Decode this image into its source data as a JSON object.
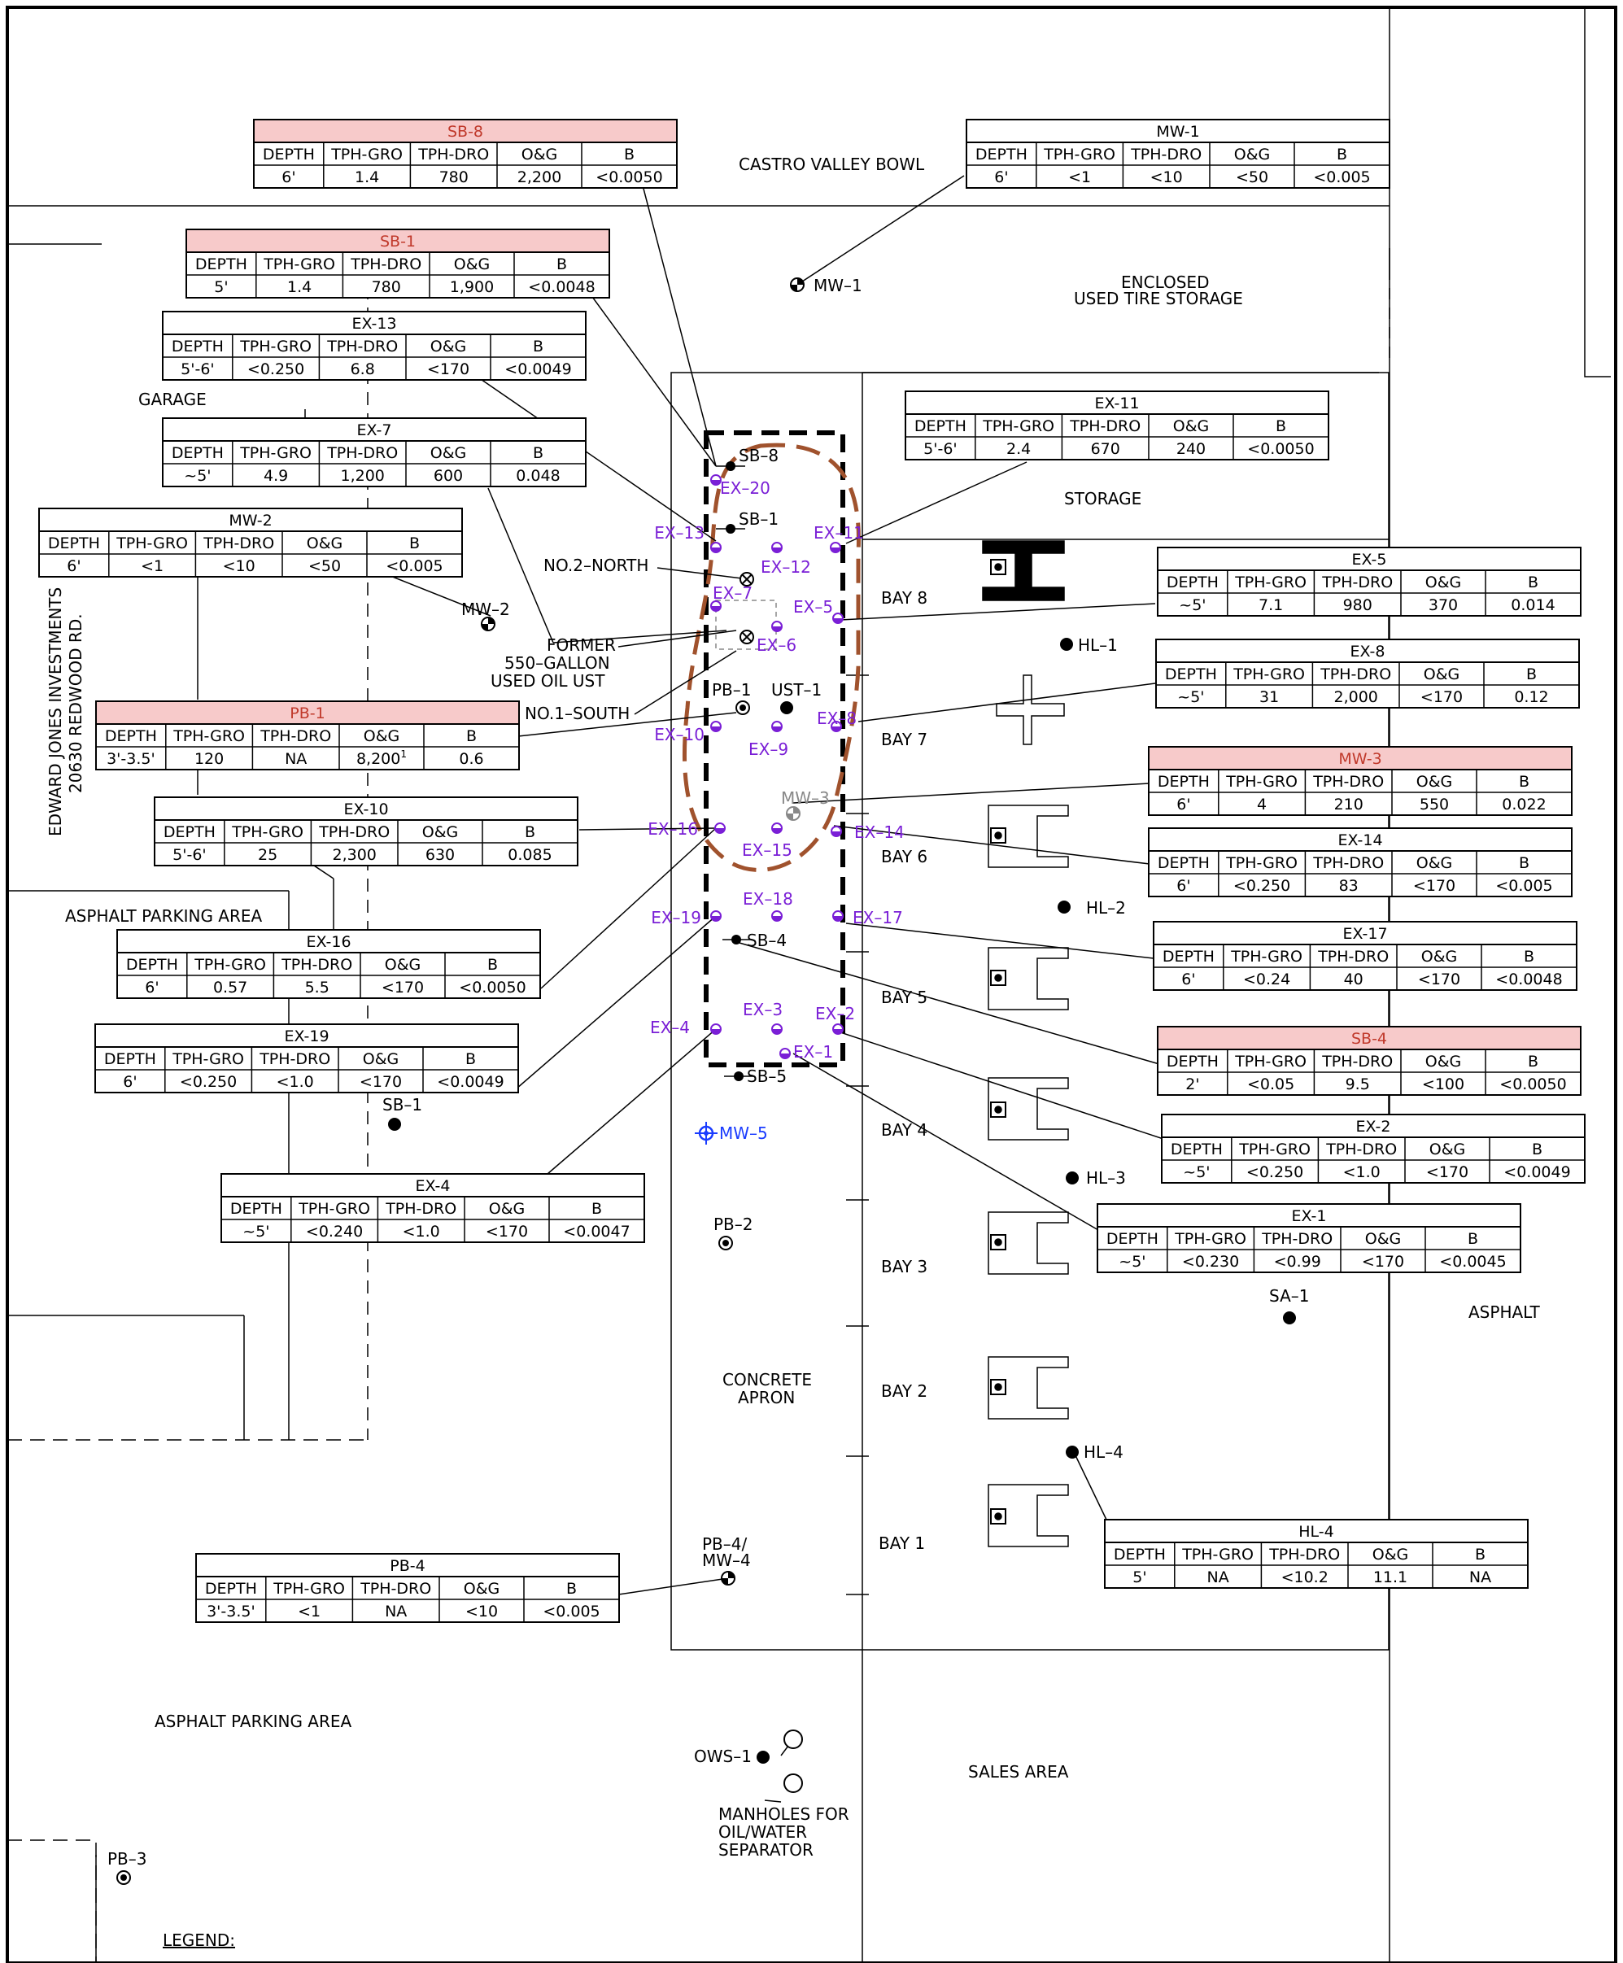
{
  "table_columns": [
    "DEPTH",
    "TPH-GRO",
    "TPH-DRO",
    "O&G",
    "B"
  ],
  "tables": [
    {
      "title": "SB-8",
      "highlight": true,
      "row": [
        "6'",
        "1.4",
        "780",
        "2,200",
        "<0.0050"
      ]
    },
    {
      "title": "MW-1",
      "highlight": false,
      "row": [
        "6'",
        "<1",
        "<10",
        "<50",
        "<0.005"
      ]
    },
    {
      "title": "SB-1",
      "highlight": true,
      "row": [
        "5'",
        "1.4",
        "780",
        "1,900",
        "<0.0048"
      ]
    },
    {
      "title": "EX-13",
      "highlight": false,
      "row": [
        "5'-6'",
        "<0.250",
        "6.8",
        "<170",
        "<0.0049"
      ]
    },
    {
      "title": "EX-7",
      "highlight": false,
      "row": [
        "~5'",
        "4.9",
        "1,200",
        "600",
        "0.048"
      ]
    },
    {
      "title": "EX-11",
      "highlight": false,
      "row": [
        "5'-6'",
        "2.4",
        "670",
        "240",
        "<0.0050"
      ]
    },
    {
      "title": "MW-2",
      "highlight": false,
      "row": [
        "6'",
        "<1",
        "<10",
        "<50",
        "<0.005"
      ]
    },
    {
      "title": "EX-5",
      "highlight": false,
      "row": [
        "~5'",
        "7.1",
        "980",
        "370",
        "0.014"
      ]
    },
    {
      "title": "EX-8",
      "highlight": false,
      "row": [
        "~5'",
        "31",
        "2,000",
        "<170",
        "0.12"
      ]
    },
    {
      "title": "PB-1",
      "highlight": true,
      "row": [
        "3'-3.5'",
        "120",
        "NA",
        "8,200",
        "0.6"
      ],
      "og_superscript": "1"
    },
    {
      "title": "MW-3",
      "highlight": true,
      "row": [
        "6'",
        "4",
        "210",
        "550",
        "0.022"
      ]
    },
    {
      "title": "EX-10",
      "highlight": false,
      "row": [
        "5'-6'",
        "25",
        "2,300",
        "630",
        "0.085"
      ]
    },
    {
      "title": "EX-14",
      "highlight": false,
      "row": [
        "6'",
        "<0.250",
        "83",
        "<170",
        "<0.005"
      ]
    },
    {
      "title": "EX-16",
      "highlight": false,
      "row": [
        "6'",
        "0.57",
        "5.5",
        "<170",
        "<0.0050"
      ]
    },
    {
      "title": "EX-17",
      "highlight": false,
      "row": [
        "6'",
        "<0.24",
        "40",
        "<170",
        "<0.0048"
      ]
    },
    {
      "title": "EX-19",
      "highlight": false,
      "row": [
        "6'",
        "<0.250",
        "<1.0",
        "<170",
        "<0.0049"
      ]
    },
    {
      "title": "SB-4",
      "highlight": true,
      "row": [
        "2'",
        "<0.05",
        "9.5",
        "<100",
        "<0.0050"
      ]
    },
    {
      "title": "EX-2",
      "highlight": false,
      "row": [
        "~5'",
        "<0.250",
        "<1.0",
        "<170",
        "<0.0049"
      ]
    },
    {
      "title": "EX-4",
      "highlight": false,
      "row": [
        "~5'",
        "<0.240",
        "<1.0",
        "<170",
        "<0.0047"
      ]
    },
    {
      "title": "EX-1",
      "highlight": false,
      "row": [
        "~5'",
        "<0.230",
        "<0.99",
        "<170",
        "<0.0045"
      ]
    },
    {
      "title": "HL-4",
      "highlight": false,
      "row": [
        "5'",
        "NA",
        "<10.2",
        "11.1",
        "NA"
      ]
    },
    {
      "title": "PB-4",
      "highlight": false,
      "row": [
        "3'-3.5'",
        "<1",
        "NA",
        "<10",
        "<0.005"
      ]
    }
  ],
  "labels": {
    "castro_valley_bowl": "CASTRO VALLEY BOWL",
    "enclosed_1": "ENCLOSED",
    "enclosed_2": "USED TIRE STORAGE",
    "garage": "GARAGE",
    "storage": "STORAGE",
    "no2_north": "NO.2–NORTH",
    "former_1": "FORMER",
    "former_2": "550–GALLON",
    "former_3": "USED OIL UST",
    "no1_south": "NO.1–SOUTH",
    "edward_1": "EDWARD JONES INVESTMENTS",
    "edward_2": "20630 REDWOOD RD.",
    "asphalt_parking_1": "ASPHALT PARKING AREA",
    "asphalt_parking_2": "ASPHALT PARKING AREA",
    "asphalt": "ASPHALT",
    "concrete_1": "CONCRETE",
    "concrete_2": "APRON",
    "sales_area": "SALES AREA",
    "manholes_1": "MANHOLES FOR",
    "manholes_2": "OIL/WATER",
    "manholes_3": "SEPARATOR",
    "legend": "LEGEND:",
    "bay8": "BAY 8",
    "bay7": "BAY 7",
    "bay6": "BAY 6",
    "bay5": "BAY 5",
    "bay4": "BAY 4",
    "bay3": "BAY 3",
    "bay2": "BAY 2",
    "bay1": "BAY 1"
  },
  "points": {
    "sb8": "SB–8",
    "sb1": "SB–1",
    "sb1_west": "SB–1",
    "sb4": "SB–4",
    "sb5": "SB–5",
    "mw1": "MW–1",
    "mw2": "MW–2",
    "mw3": "MW–3",
    "mw5": "MW–5",
    "pb1": "PB–1",
    "ust1": "UST–1",
    "pb2": "PB–2",
    "pb3": "PB–3",
    "pb4_1": "PB–4/",
    "pb4_2": "MW–4",
    "ows1": "OWS–1",
    "hl1": "HL–1",
    "hl2": "HL–2",
    "hl3": "HL–3",
    "hl4": "HL–4",
    "sa1": "SA–1",
    "ex1": "EX–1",
    "ex2": "EX–2",
    "ex3": "EX–3",
    "ex4": "EX–4",
    "ex5": "EX–5",
    "ex6": "EX–6",
    "ex7": "EX–7",
    "ex8": "EX–8",
    "ex9": "EX–9",
    "ex10": "EX–10",
    "ex11": "EX–11",
    "ex12": "EX–12",
    "ex13": "EX–13",
    "ex14": "EX–14",
    "ex15": "EX–15",
    "ex16": "EX–16",
    "ex17": "EX–17",
    "ex18": "EX–18",
    "ex19": "EX–19",
    "ex20": "EX–20"
  },
  "colors": {
    "line": "#000000",
    "highlight_fill": "#f7caca",
    "highlight_text": "#c0392b",
    "excavation": "#7a1fd6",
    "plume": "#a0522d",
    "mw5": "#1a3cff",
    "mw3": "#888888"
  }
}
